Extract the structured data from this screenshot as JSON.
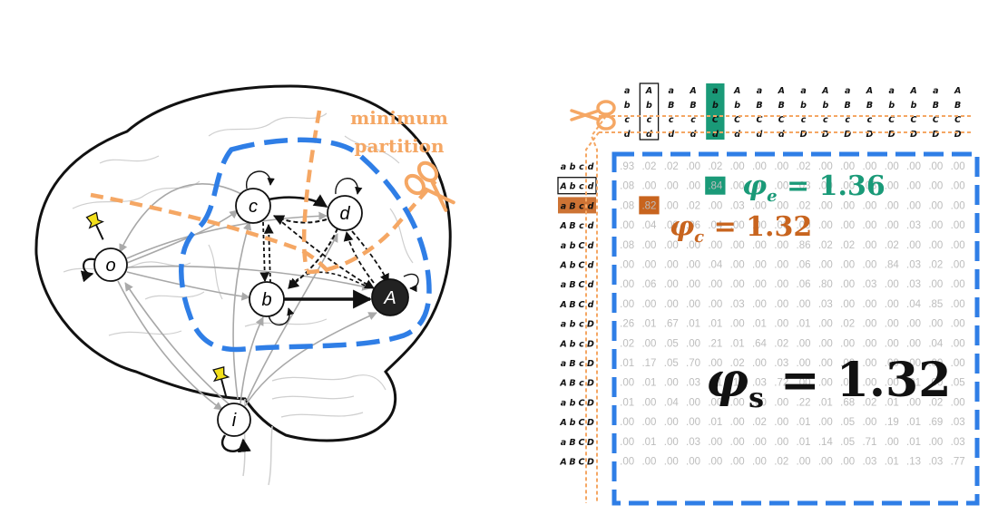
{
  "annotations": {
    "minimum_partition_line1": "minimum",
    "minimum_partition_line2": "partition",
    "phi_e_symbol": "φ",
    "phi_e_sub": "e",
    "phi_e_value": " = 1.36",
    "phi_c_symbol": "φ",
    "phi_c_sub": "c",
    "phi_c_value": " = 1.32",
    "phi_s_symbol": "φ",
    "phi_s_sub": "s",
    "phi_s_value": " = 1.32"
  },
  "nodes": [
    {
      "id": "o",
      "label": "o"
    },
    {
      "id": "c",
      "label": "c"
    },
    {
      "id": "d",
      "label": "d"
    },
    {
      "id": "b",
      "label": "b"
    },
    {
      "id": "A",
      "label": "A"
    },
    {
      "id": "i",
      "label": "i"
    }
  ],
  "matrix": {
    "col_headers": [
      [
        "a",
        "b",
        "c",
        "d"
      ],
      [
        "A",
        "b",
        "c",
        "d"
      ],
      [
        "a",
        "B",
        "c",
        "d"
      ],
      [
        "A",
        "B",
        "c",
        "d"
      ],
      [
        "a",
        "b",
        "C",
        "d"
      ],
      [
        "A",
        "b",
        "C",
        "d"
      ],
      [
        "a",
        "B",
        "C",
        "d"
      ],
      [
        "A",
        "B",
        "C",
        "d"
      ],
      [
        "a",
        "b",
        "c",
        "D"
      ],
      [
        "A",
        "b",
        "c",
        "D"
      ],
      [
        "a",
        "B",
        "c",
        "D"
      ],
      [
        "A",
        "B",
        "c",
        "D"
      ],
      [
        "a",
        "b",
        "C",
        "D"
      ],
      [
        "A",
        "b",
        "C",
        "D"
      ],
      [
        "a",
        "B",
        "C",
        "D"
      ],
      [
        "A",
        "B",
        "C",
        "D"
      ]
    ],
    "row_headers": [
      [
        "a",
        "b",
        "c",
        "d"
      ],
      [
        "A",
        "b",
        "c",
        "d"
      ],
      [
        "a",
        "B",
        "c",
        "d"
      ],
      [
        "A",
        "B",
        "c",
        "d"
      ],
      [
        "a",
        "b",
        "C",
        "d"
      ],
      [
        "A",
        "b",
        "C",
        "d"
      ],
      [
        "a",
        "B",
        "C",
        "d"
      ],
      [
        "A",
        "B",
        "C",
        "d"
      ],
      [
        "a",
        "b",
        "c",
        "D"
      ],
      [
        "A",
        "b",
        "c",
        "D"
      ],
      [
        "a",
        "B",
        "c",
        "D"
      ],
      [
        "A",
        "B",
        "c",
        "D"
      ],
      [
        "a",
        "b",
        "C",
        "D"
      ],
      [
        "A",
        "b",
        "C",
        "D"
      ],
      [
        "a",
        "B",
        "C",
        "D"
      ],
      [
        "A",
        "B",
        "C",
        "D"
      ]
    ],
    "rows": [
      [
        ".93",
        ".02",
        ".02",
        ".00",
        ".02",
        ".00",
        ".00",
        ".00",
        ".02",
        ".00",
        ".00",
        ".00",
        ".00",
        ".00",
        ".00",
        ".00"
      ],
      [
        ".08",
        ".00",
        ".00",
        ".00",
        ".84",
        ".00",
        ".00",
        ".00",
        ".03",
        ".00",
        ".00",
        ".03",
        ".00",
        ".00",
        ".00",
        ".00"
      ],
      [
        ".08",
        ".82",
        ".00",
        ".02",
        ".00",
        ".03",
        ".00",
        ".00",
        ".02",
        ".00",
        ".00",
        ".00",
        ".00",
        ".00",
        ".00",
        ".00"
      ],
      [
        ".00",
        ".04",
        ".00",
        ".06",
        ".04",
        ".00",
        ".00",
        ".00",
        ".00",
        ".00",
        ".00",
        ".00",
        ".00",
        ".03",
        ".00",
        ".00"
      ],
      [
        ".08",
        ".00",
        ".00",
        ".00",
        ".00",
        ".00",
        ".00",
        ".00",
        ".86",
        ".02",
        ".02",
        ".00",
        ".02",
        ".00",
        ".00",
        ".00"
      ],
      [
        ".00",
        ".00",
        ".00",
        ".00",
        ".04",
        ".00",
        ".00",
        ".00",
        ".06",
        ".00",
        ".00",
        ".00",
        ".84",
        ".03",
        ".02",
        ".00"
      ],
      [
        ".00",
        ".06",
        ".00",
        ".00",
        ".00",
        ".00",
        ".00",
        ".00",
        ".06",
        ".80",
        ".00",
        ".03",
        ".00",
        ".03",
        ".00",
        ".00"
      ],
      [
        ".00",
        ".00",
        ".00",
        ".00",
        ".00",
        ".03",
        ".00",
        ".00",
        ".00",
        ".03",
        ".00",
        ".00",
        ".00",
        ".04",
        ".85",
        ".00"
      ],
      [
        ".26",
        ".01",
        ".67",
        ".01",
        ".01",
        ".00",
        ".01",
        ".00",
        ".01",
        ".00",
        ".02",
        ".00",
        ".00",
        ".00",
        ".00",
        ".00"
      ],
      [
        ".02",
        ".00",
        ".05",
        ".00",
        ".21",
        ".01",
        ".64",
        ".02",
        ".00",
        ".00",
        ".00",
        ".00",
        ".00",
        ".00",
        ".04",
        ".00"
      ],
      [
        ".01",
        ".17",
        ".05",
        ".70",
        ".00",
        ".02",
        ".00",
        ".03",
        ".00",
        ".00",
        ".00",
        ".00",
        ".00",
        ".00",
        ".00",
        ".00"
      ],
      [
        ".00",
        ".01",
        ".00",
        ".03",
        ".01",
        ".14",
        ".03",
        ".72",
        ".00",
        ".00",
        ".00",
        ".00",
        ".00",
        ".01",
        ".00",
        ".05"
      ],
      [
        ".01",
        ".00",
        ".04",
        ".00",
        ".00",
        ".00",
        ".00",
        ".00",
        ".22",
        ".01",
        ".68",
        ".02",
        ".01",
        ".00",
        ".02",
        ".00"
      ],
      [
        ".00",
        ".00",
        ".00",
        ".00",
        ".01",
        ".00",
        ".02",
        ".00",
        ".01",
        ".00",
        ".05",
        ".00",
        ".19",
        ".01",
        ".69",
        ".03"
      ],
      [
        ".00",
        ".01",
        ".00",
        ".03",
        ".00",
        ".00",
        ".00",
        ".00",
        ".01",
        ".14",
        ".05",
        ".71",
        ".00",
        ".01",
        ".00",
        ".03"
      ],
      [
        ".00",
        ".00",
        ".00",
        ".00",
        ".00",
        ".00",
        ".00",
        ".02",
        ".00",
        ".00",
        ".00",
        ".03",
        ".01",
        ".13",
        ".03",
        ".77"
      ]
    ],
    "highlight_effect": {
      "row": 1,
      "col": 4,
      "color": "#1a9a78"
    },
    "highlight_cause": {
      "row": 2,
      "col": 1,
      "color": "#c8641e"
    },
    "boxed_column": 1,
    "green_column": 4
  },
  "colors": {
    "blue_dashed": "#2f7ee6",
    "orange_dashed": "#f5a764",
    "green": "#1a9a78",
    "orange_dark": "#c8641e",
    "pin_yellow": "#f2df1b"
  },
  "icons": {
    "scissors_top": "scissors-icon",
    "scissors_matrix": "scissors-icon",
    "pin_o": "pushpin-icon",
    "pin_i": "pushpin-icon"
  }
}
